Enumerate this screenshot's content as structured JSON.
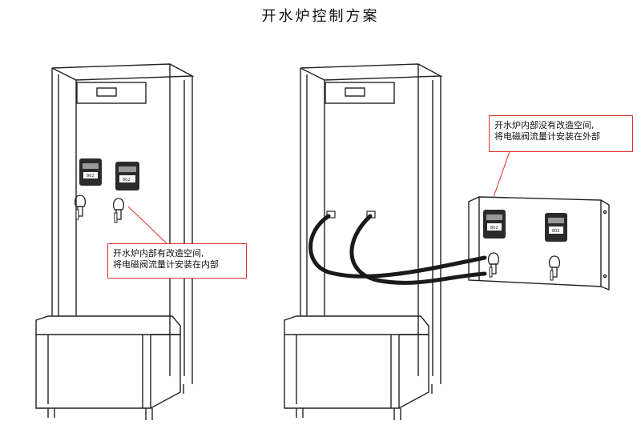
{
  "title": "开水炉控制方案",
  "callout_internal": {
    "line1": "开水炉内部有改造空间,",
    "line2": "将电磁阀流量计安装在内部"
  },
  "callout_external": {
    "line1": "开水炉内部没有改造空间,",
    "line2": "将电磁阀流量计安装在外部"
  },
  "meter_label": "802",
  "colors": {
    "outline": "#222222",
    "callout_border": "#e0302b",
    "meter_body": "#2b2b2b"
  }
}
